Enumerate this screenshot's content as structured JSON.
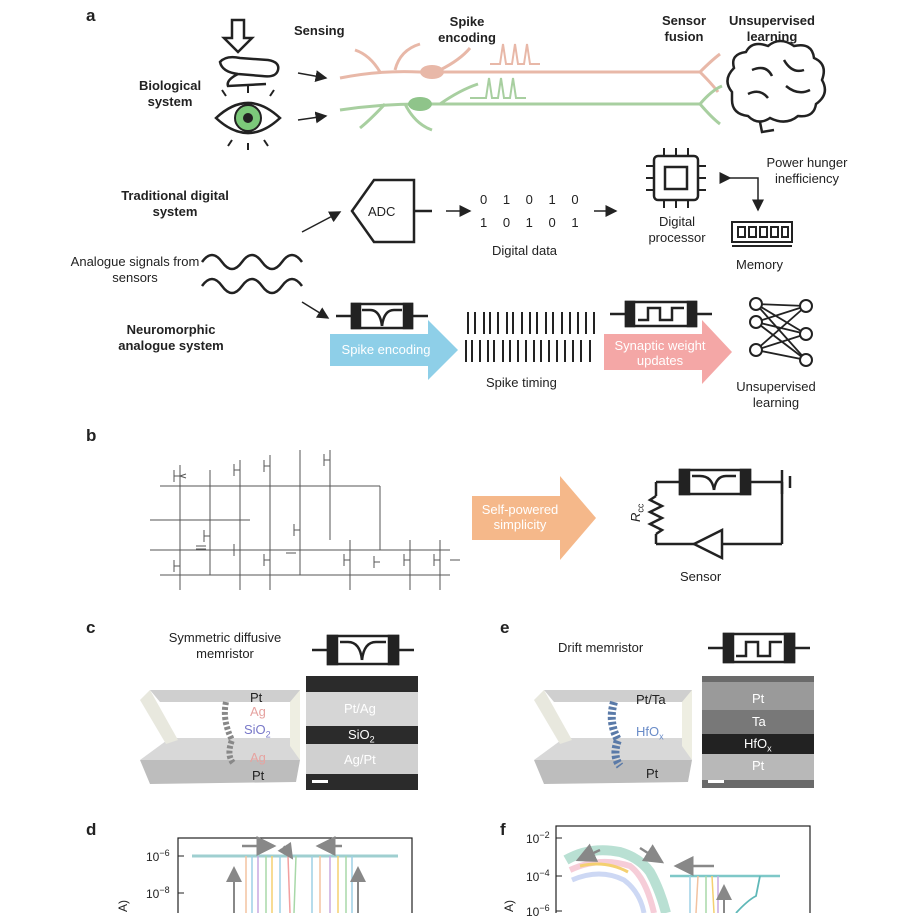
{
  "panels": {
    "a": "a",
    "b": "b",
    "c": "c",
    "d": "d",
    "e": "e",
    "f": "f"
  },
  "row_bio": {
    "label": "Biological system",
    "sensing": "Sensing",
    "spike_encoding": "Spike encoding",
    "sensor_fusion": "Sensor fusion",
    "unsupervised_learning": "Unsupervised learning"
  },
  "row_digital": {
    "label": "Traditional digital system",
    "adc": "ADC",
    "bits_row1": "0 1 0 1 0",
    "bits_row2": "1 0 1 0 1",
    "digital_data": "Digital data",
    "processor": "Digital processor",
    "power": "Power hunger inefficiency",
    "memory": "Memory"
  },
  "row_neuro": {
    "analogue_signals": "Analogue signals from sensors",
    "label": "Neuromorphic analogue system",
    "spike_encoding_arrow": "Spike encoding",
    "spike_timing": "Spike timing",
    "synaptic_arrow": "Synaptic weight updates",
    "unsupervised_learning": "Unsupervised learning"
  },
  "panel_b": {
    "arrow": "Self-powered simplicity",
    "r_label": "R",
    "r_sub": "cc",
    "sensor": "Sensor"
  },
  "panel_c": {
    "title": "Symmetric diffusive memristor",
    "layers": [
      "Pt",
      "Ag",
      "SiO",
      "Ag",
      "Pt"
    ],
    "tem_labels": [
      "Pt/Ag",
      "SiO",
      "Ag/Pt"
    ],
    "sub2": "2"
  },
  "panel_e": {
    "title": "Drift memristor",
    "layers": [
      "Pt/Ta",
      "HfO",
      "Pt"
    ],
    "sub_x": "x",
    "tem_labels": [
      "Pt",
      "Ta",
      "HfO",
      "Pt"
    ]
  },
  "panel_d": {
    "yticks": [
      "10",
      "10"
    ],
    "yexp": [
      "−6",
      "−8"
    ],
    "ylabel": "A)"
  },
  "panel_f": {
    "yticks": [
      "10",
      "10",
      "10"
    ],
    "yexp": [
      "−2",
      "−4",
      "−6"
    ],
    "ylabel": "A)"
  },
  "colors": {
    "spike_arrow": "#8ecfe8",
    "synaptic_arrow": "#f4a7a6",
    "self_powered_arrow": "#f5b88a",
    "neuron_top": "#e8b8a8",
    "neuron_bottom": "#a8cfa0"
  }
}
